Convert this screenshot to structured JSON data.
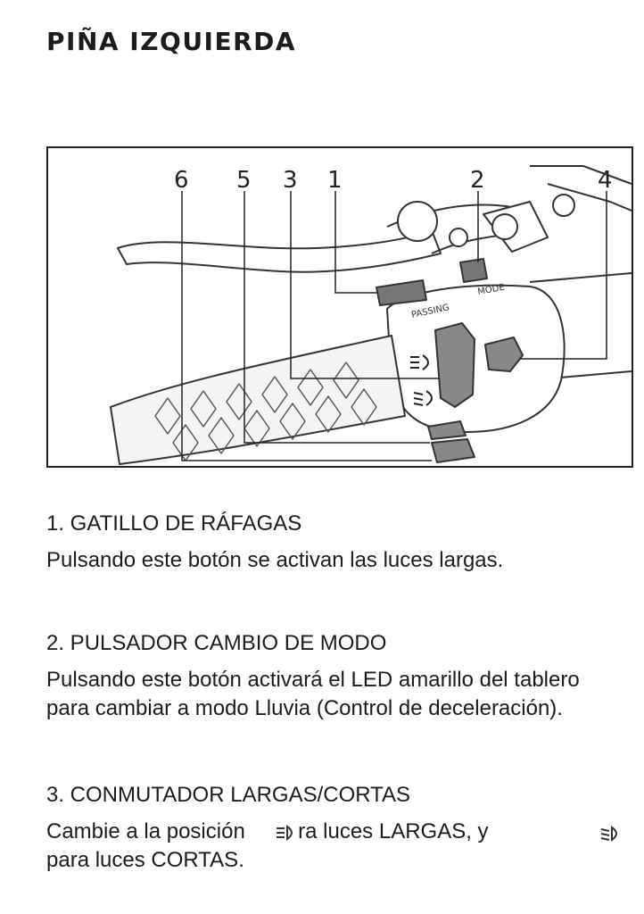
{
  "page": {
    "title": "PIÑA IZQUIERDA"
  },
  "figure": {
    "callouts": [
      "6",
      "5",
      "3",
      "1",
      "2",
      "4"
    ],
    "labels": {
      "passing": "PASSING",
      "mode": "MODE"
    }
  },
  "sections": [
    {
      "heading": "1. GATILLO DE RÁFAGAS",
      "body": "Pulsando este botón se activan las luces largas."
    },
    {
      "heading": "2. PULSADOR CAMBIO DE MODO",
      "body": "Pulsando este botón activará el LED amarillo del tablero para cambiar a modo Lluvia (Control de deceleración)."
    },
    {
      "heading": "3. CONMUTADOR LARGAS/CORTAS",
      "body_part1": "Cambie a la posición",
      "body_part2": "ra luces LARGAS, y",
      "body_part3": "para luces CORTAS."
    }
  ],
  "icons": {
    "high_beam": "high-beam-icon",
    "low_beam": "low-beam-icon"
  }
}
